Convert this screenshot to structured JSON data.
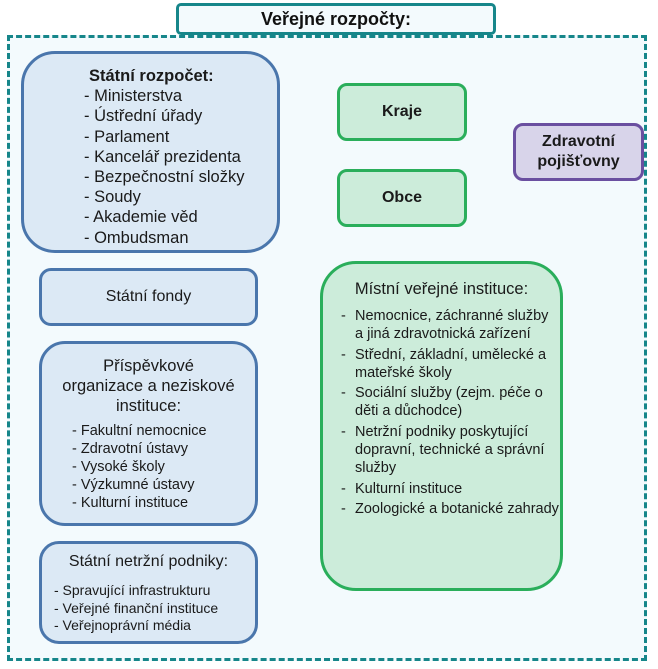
{
  "title": "Veřejné rozpočty:",
  "statni_rozpocet": {
    "heading": "Státní rozpočet:",
    "items": [
      "- Ministerstva",
      "- Ústřední úřady",
      "- Parlament",
      "- Kancelář prezidenta",
      "- Bezpečnostní složky",
      "- Soudy",
      "- Akademie věd",
      "- Ombudsman"
    ]
  },
  "statni_fondy": {
    "label": "Státní fondy"
  },
  "prispevkove": {
    "heading": "Příspěvkové organizace a neziskové instituce:",
    "items": [
      "- Fakultní nemocnice",
      "- Zdravotní ústavy",
      "- Vysoké školy",
      "- Výzkumné ústavy",
      "- Kulturní instituce"
    ]
  },
  "netrzni_podniky": {
    "heading": "Státní netržní podniky:",
    "items": [
      "- Spravující infrastrukturu",
      "- Veřejné finanční instituce",
      "- Veřejnoprávní média"
    ]
  },
  "kraje": {
    "label": "Kraje"
  },
  "obce": {
    "label": "Obce"
  },
  "zdravotni_pojistovny": {
    "label": "Zdravotní pojišťovny"
  },
  "mistni_instituce": {
    "heading": "Místní veřejné instituce:",
    "dash": "-",
    "items": [
      "Nemocnice, záchranné služby a jiná zdravotnická zařízení",
      "Střední, základní, umělecké a mateřské školy",
      "Sociální služby (zejm. péče o děti a důchodce)",
      "Netržní podniky poskytující dopravní, technické a správní služby",
      "Kulturní instituce",
      "Zoologické a botanické zahrady"
    ]
  },
  "colors": {
    "outer_border": "#16868a",
    "blue_border": "#4a76ac",
    "blue_fill": "#dce9f5",
    "green_border": "#2aae5b",
    "green_fill": "#ccecda",
    "purple_border": "#6a4fa0",
    "purple_fill": "#d8d4ea"
  }
}
